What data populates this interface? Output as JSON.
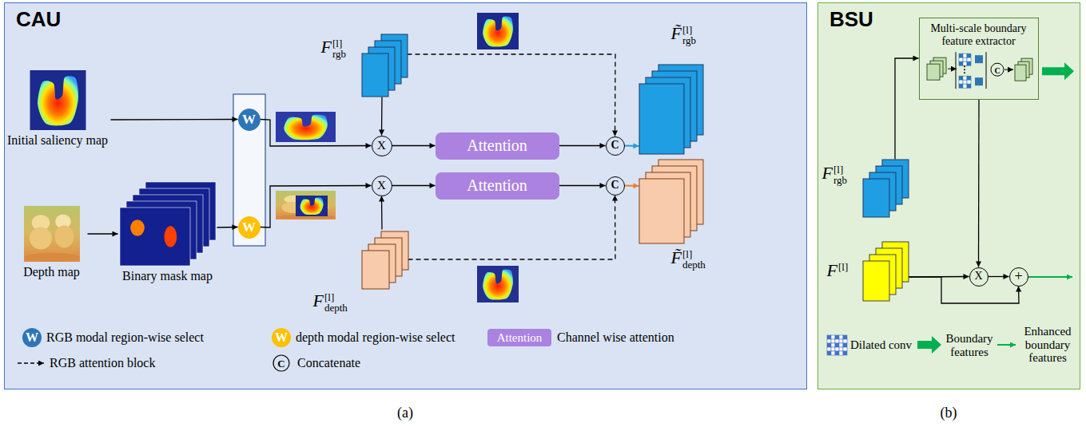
{
  "diagram": {
    "nodes": [
      {
        "text": [
          "CAU"
        ]
      },
      {
        "text": [
          "Initial saliency map"
        ],
        "in": 0
      },
      {
        "text": [
          "Depth map"
        ],
        "in": 0
      },
      {
        "text": [
          "Binary mask map"
        ],
        "in": 0
      },
      {
        "text": [
          "W"
        ],
        "in": 0
      },
      {
        "text": [
          "W"
        ],
        "in": 0
      },
      {
        "text": [
          "F",
          "[l]",
          "rgb"
        ],
        "in": 0
      },
      {
        "text": [
          "X"
        ],
        "in": 0
      },
      {
        "text": [
          "Attention"
        ],
        "in": 0
      },
      {
        "text": [
          "C"
        ],
        "in": 0
      },
      {
        "text": [
          "F̃",
          "[l]",
          "rgb"
        ],
        "in": 0
      },
      {
        "text": [
          "X"
        ],
        "in": 0
      },
      {
        "text": [
          "Attention"
        ],
        "in": 0
      },
      {
        "text": [
          "C"
        ],
        "in": 0
      },
      {
        "text": [
          "F̃",
          "[l]",
          "depth"
        ],
        "in": 0
      },
      {
        "text": [
          "F",
          "[l]",
          "depth"
        ],
        "in": 0
      },
      {
        "text": [
          "BSU"
        ]
      },
      {
        "text": [
          "Multi-scale boundary feature extractor"
        ],
        "in": 16
      },
      {
        "text": [
          "F",
          "[l]",
          "rgb"
        ],
        "in": 16
      },
      {
        "text": [
          "F",
          "[l]"
        ],
        "in": 16
      },
      {
        "text": [
          "X"
        ],
        "in": 16
      },
      {
        "text": [
          "+"
        ],
        "in": 16
      }
    ],
    "edges": [
      {
        "from": 1,
        "to": 4,
        "arrow": "to"
      },
      {
        "from": 2,
        "to": 3,
        "arrow": "to"
      },
      {
        "from": 3,
        "to": 5,
        "arrow": "to"
      },
      {
        "from": 4,
        "to": 7,
        "arrow": "to"
      },
      {
        "from": 5,
        "to": 11,
        "arrow": "to"
      },
      {
        "from": 6,
        "to": 7,
        "arrow": "to"
      },
      {
        "from": 15,
        "to": 11,
        "arrow": "to"
      },
      {
        "from": 7,
        "to": 8,
        "arrow": "to"
      },
      {
        "from": 11,
        "to": 12,
        "arrow": "to"
      },
      {
        "from": 8,
        "to": 9,
        "arrow": "to"
      },
      {
        "from": 12,
        "to": 13,
        "arrow": "to"
      },
      {
        "from": 6,
        "to": 9,
        "arrow": "to"
      },
      {
        "from": 15,
        "to": 13,
        "arrow": "to"
      },
      {
        "from": 9,
        "to": 10,
        "arrow": "to"
      },
      {
        "from": 13,
        "to": 14,
        "arrow": "to"
      },
      {
        "from": 18,
        "to": 17,
        "arrow": "to"
      },
      {
        "from": 17,
        "to": 20,
        "arrow": "to"
      },
      {
        "from": 19,
        "to": 20,
        "arrow": "to"
      },
      {
        "from": 20,
        "to": 21,
        "arrow": "to"
      },
      {
        "from": 19,
        "to": 21,
        "arrow": "to"
      }
    ],
    "labels": [
      "W",
      "W",
      "Attention",
      "C",
      "C",
      "(a)",
      "(b)"
    ],
    "legend": [
      {
        "text": "RGB modal region-wise select",
        "color": "#2e75b6"
      },
      {
        "text": "depth modal region-wise select",
        "color": "#ffc000"
      },
      {
        "text": "Channel wise attention",
        "color": "#ab82e0"
      },
      {
        "text": "RGB attention block"
      },
      {
        "text": "Concatenate"
      },
      {
        "text": "Dilated conv"
      },
      {
        "text": "Boundary features"
      },
      {
        "text": "Enhanced boundary features"
      }
    ]
  }
}
